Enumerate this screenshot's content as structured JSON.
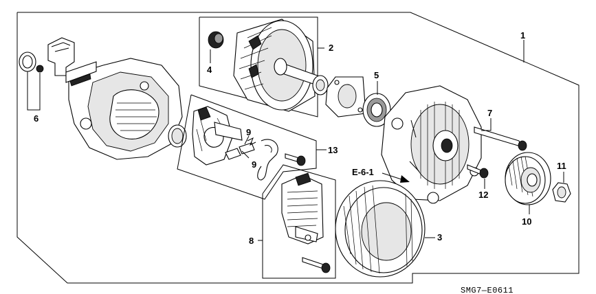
{
  "diagram": {
    "callouts": {
      "p1": "1",
      "p2": "2",
      "p3": "3",
      "p4": "4",
      "p5": "5",
      "p6": "6",
      "p7": "7",
      "p8": "8",
      "p9a": "9",
      "p9b": "9",
      "p10": "10",
      "p11": "11",
      "p12": "12",
      "p13": "13"
    },
    "reference_label": "E-6-1",
    "diagram_code": "SMG7—E0611"
  }
}
